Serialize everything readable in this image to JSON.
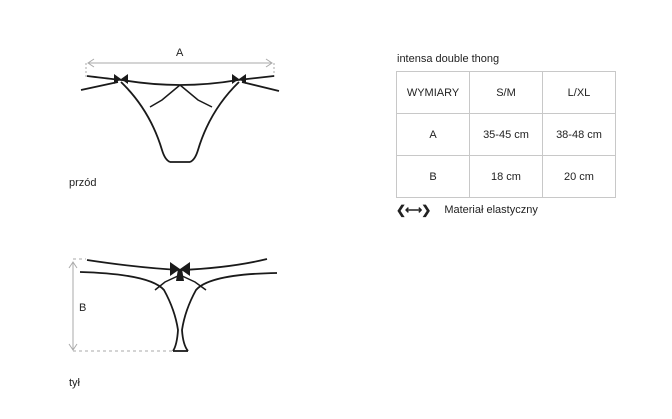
{
  "front": {
    "label": "przód",
    "dimension_letter": "A"
  },
  "back": {
    "label": "tył",
    "dimension_letter": "B"
  },
  "table": {
    "title": "intensa double thong",
    "headers": [
      "WYMIARY",
      "S/M",
      "L/XL"
    ],
    "rows": [
      [
        "A",
        "35-45 cm",
        "38-48 cm"
      ],
      [
        "B",
        "18 cm",
        "20 cm"
      ]
    ]
  },
  "legend": {
    "icon": "elastic-arrow-icon",
    "glyph": "❮⟷❯",
    "text": "Materiał elastyczny"
  }
}
